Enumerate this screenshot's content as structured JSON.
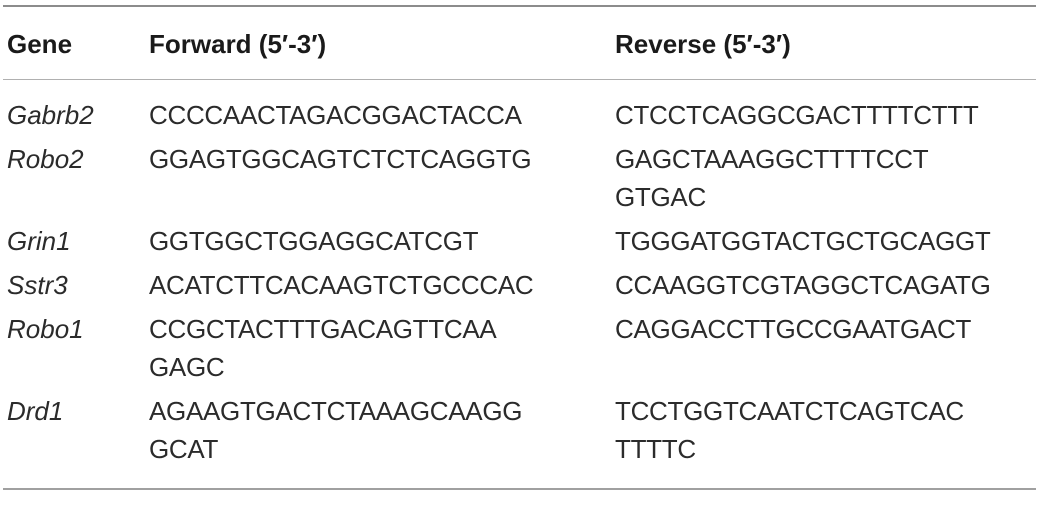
{
  "table": {
    "headers": {
      "gene": "Gene",
      "forward": "Forward (5′-3′)",
      "reverse": "Reverse (5′-3′)"
    },
    "rows": [
      {
        "gene": "Gabrb2",
        "forward": "CCCCAACTAGACGGACTACCA",
        "reverse": "CTCCTCAGGCGACTTTTCTTT"
      },
      {
        "gene": "Robo2",
        "forward": "GGAGTGGCAGTCTCTCAGGTG",
        "reverse": "GAGCTAAAGGCTTTTCCT\nGTGAC"
      },
      {
        "gene": "Grin1",
        "forward": "GGTGGCTGGAGGCATCGT",
        "reverse": "TGGGATGGTACTGCTGCAGGT"
      },
      {
        "gene": "Sstr3",
        "forward": "ACATCTTCACAAGTCTGCCCAC",
        "reverse": "CCAAGGTCGTAGGCTCAGATG"
      },
      {
        "gene": "Robo1",
        "forward": "CCGCTACTTTGACAGTTCAA\nGAGC",
        "reverse": "CAGGACCTTGCCGAATGACT"
      },
      {
        "gene": "Drd1",
        "forward": "AGAAGTGACTCTAAAGCAAGG\nGCAT",
        "reverse": "TCCTGGTCAATCTCAGTCAC\nTTTTC"
      }
    ]
  }
}
